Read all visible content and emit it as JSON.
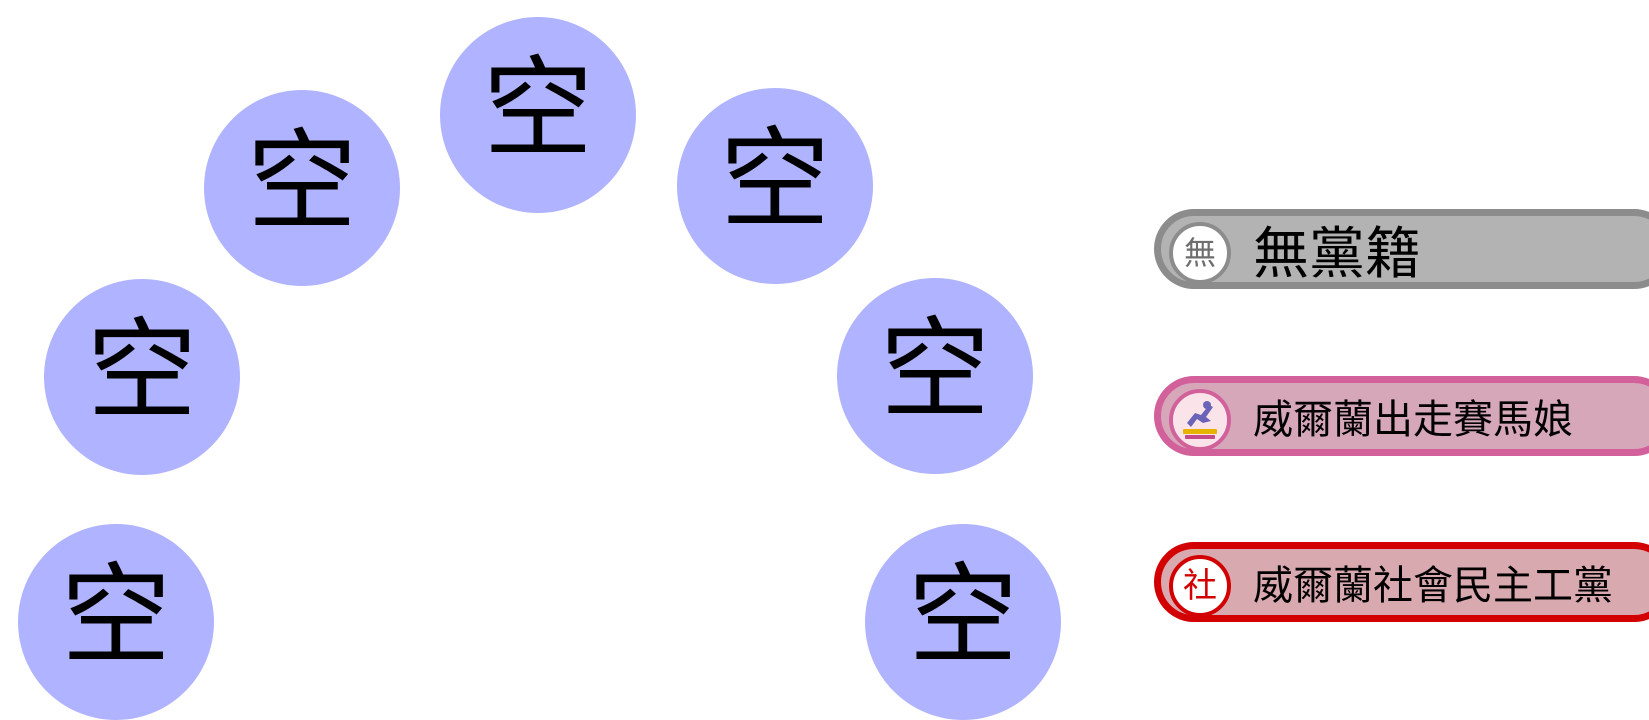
{
  "seats": [
    {
      "label": "空",
      "color": "#b0b3ff"
    },
    {
      "label": "空",
      "color": "#b0b3ff"
    },
    {
      "label": "空",
      "color": "#b0b3ff"
    },
    {
      "label": "空",
      "color": "#b0b3ff"
    },
    {
      "label": "空",
      "color": "#b0b3ff"
    },
    {
      "label": "空",
      "color": "#b0b3ff"
    },
    {
      "label": "空",
      "color": "#b0b3ff"
    }
  ],
  "legend": [
    {
      "emblem_text": "無",
      "name": "無黨籍",
      "border_color": "#8c8c8c",
      "fill_color": "#b3b3b3",
      "emblem_color": "#8c8c8c"
    },
    {
      "emblem_text": "",
      "emblem_icon": "running-horse-girl-logo",
      "name": "威爾蘭出走賽馬娘",
      "border_color": "#d2609a",
      "fill_color": "#d6a6b9",
      "emblem_color": "#d2609a"
    },
    {
      "emblem_text": "社",
      "name": "威爾蘭社會民主工黨",
      "border_color": "#d20000",
      "fill_color": "#d9a9b0",
      "emblem_color": "#d20000"
    }
  ]
}
